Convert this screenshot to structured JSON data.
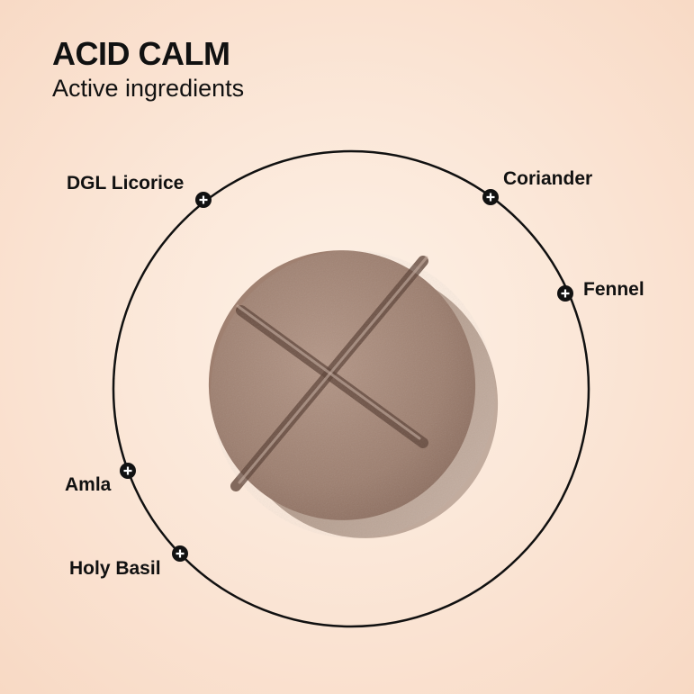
{
  "header": {
    "title": "ACID CALM",
    "subtitle": "Active ingredients"
  },
  "ingredients": [
    {
      "label": "DGL Licorice",
      "icon": "plus-icon"
    },
    {
      "label": "Coriander",
      "icon": "plus-icon"
    },
    {
      "label": "Fennel",
      "icon": "plus-icon"
    },
    {
      "label": "Amla",
      "icon": "plus-icon"
    },
    {
      "label": "Holy Basil",
      "icon": "plus-icon"
    }
  ],
  "colors": {
    "ring": "#111111",
    "text": "#111111",
    "background": "#fbe7d8",
    "tablet": "#a48676"
  }
}
